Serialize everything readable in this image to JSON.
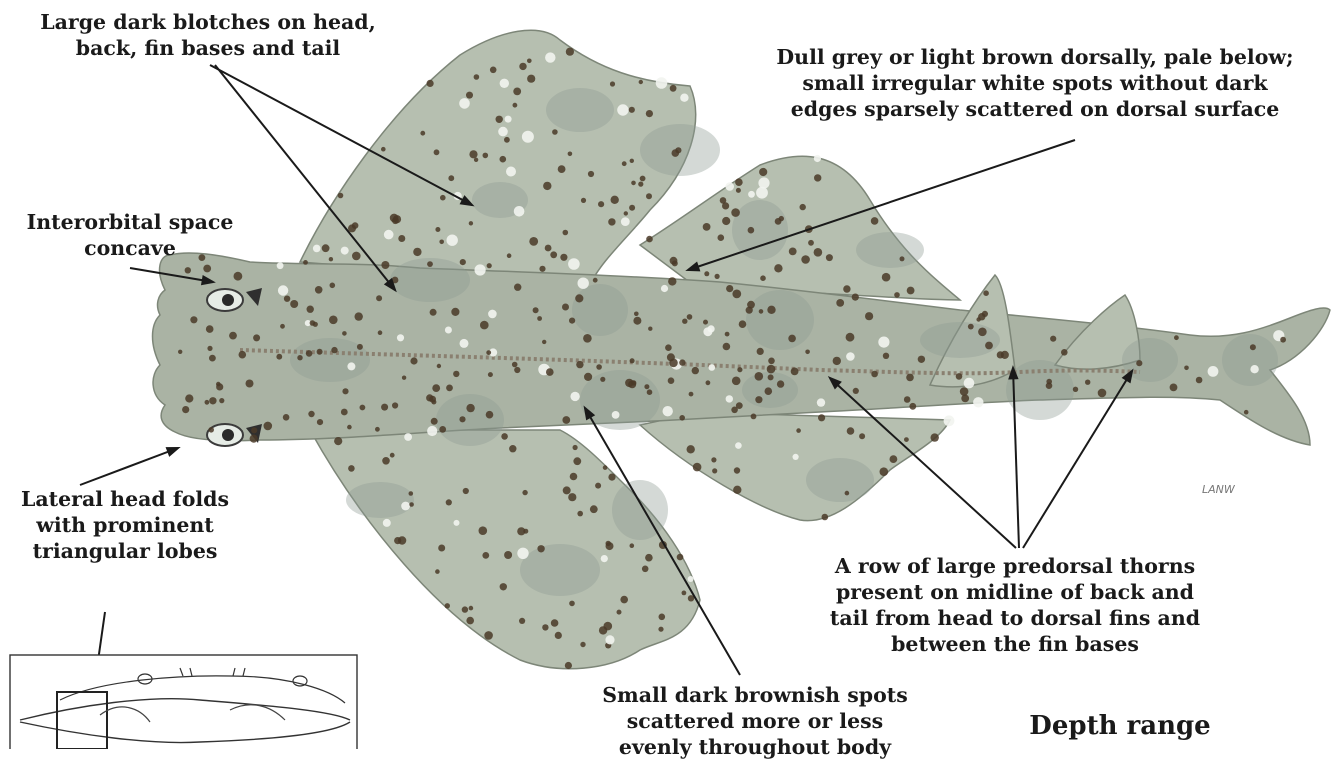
{
  "annotations": {
    "blotches": [
      "Large dark blotches on head,",
      "back, fin bases and tail"
    ],
    "colour": [
      "Dull grey or light brown dorsally, pale below;",
      "small irregular white spots without dark",
      "edges sparsely scattered on dorsal surface"
    ],
    "interorbital": [
      "Interorbital space",
      "concave"
    ],
    "head_folds": [
      "Lateral head folds",
      "with prominent",
      "triangular lobes"
    ],
    "thorns": [
      "A row of large predorsal thorns",
      "present on midline of back and",
      "tail from head to dorsal fins and",
      "between the fin bases"
    ],
    "spots": [
      "Small dark brownish spots",
      "scattered more or less",
      "evenly throughout body"
    ],
    "depth": "Depth range"
  },
  "artist_signature": "LANW",
  "colors": {
    "body": "#aab3a4",
    "body_light": "#c4ccbd",
    "fin": "#b6bfb0",
    "blotch": "#8f9a92",
    "spot_dark": "#4a3a28",
    "spot_white": "#f2f4ef",
    "outline": "#7d8678",
    "text": "#1a1a1a",
    "line": "#1a1a1a"
  }
}
